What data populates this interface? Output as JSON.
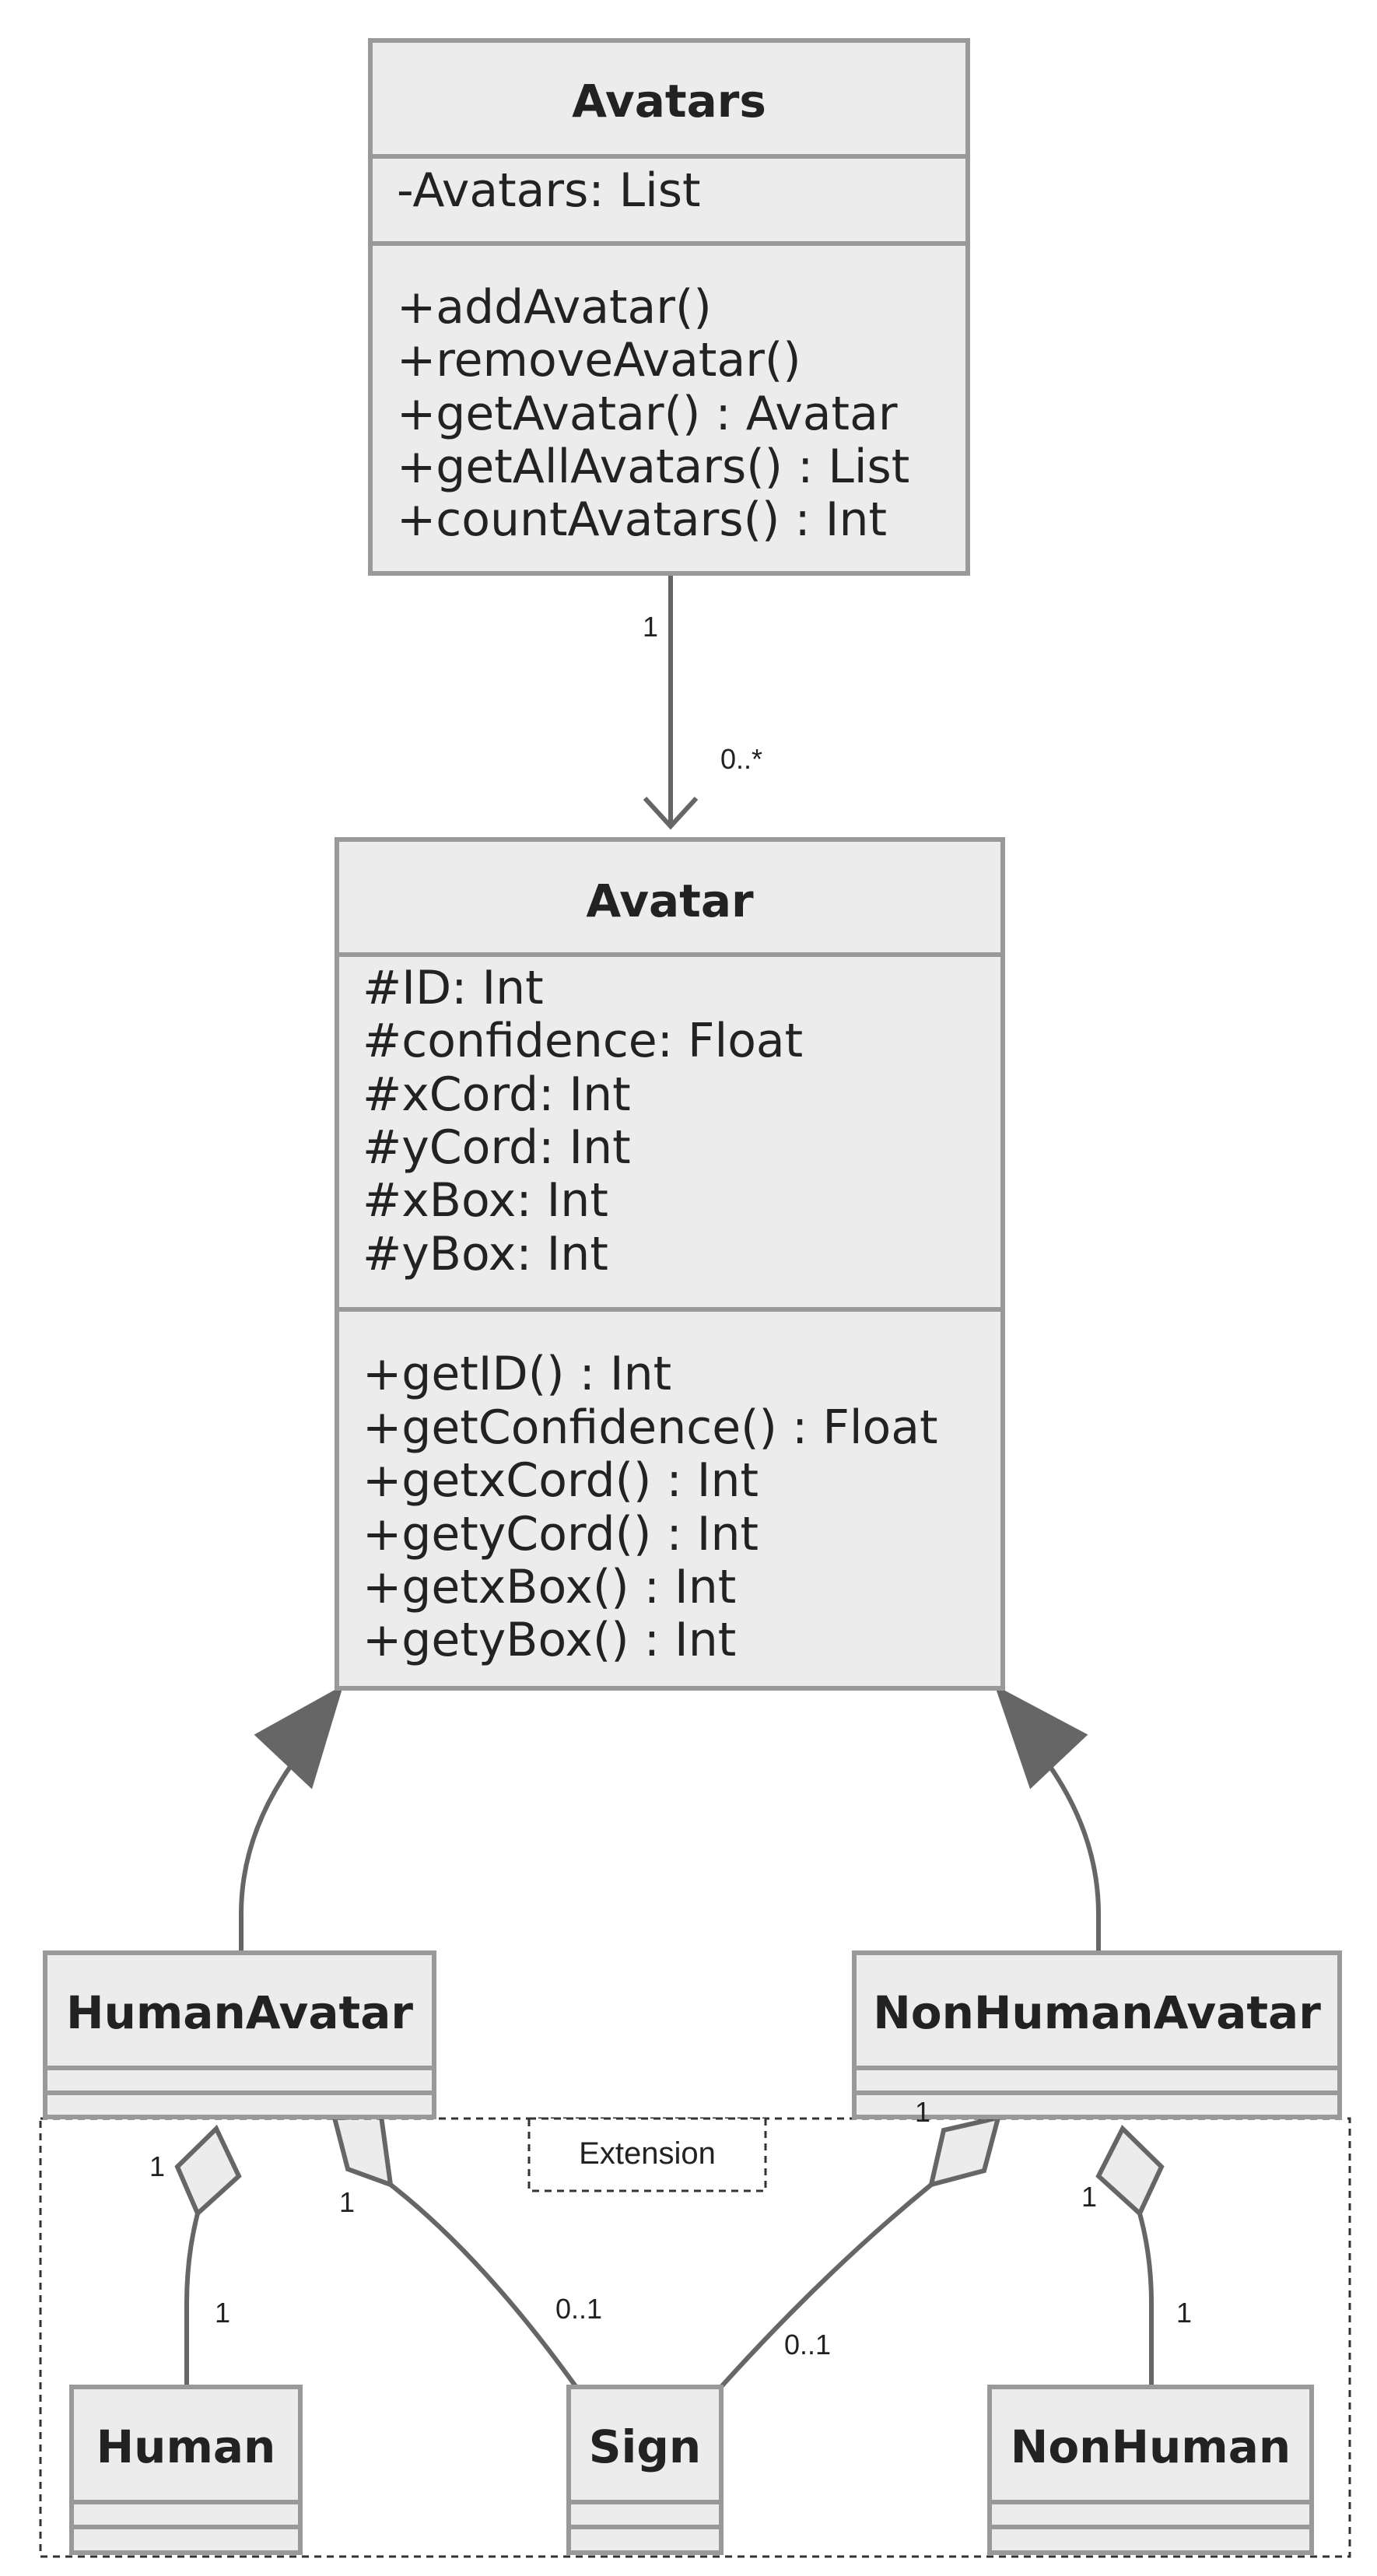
{
  "classes": {
    "avatars": {
      "name": "Avatars",
      "attributes": [
        "-Avatars: List"
      ],
      "methods": [
        "+addAvatar()",
        "+removeAvatar()",
        "+getAvatar() : Avatar",
        "+getAllAvatars() : List",
        "+countAvatars() : Int"
      ]
    },
    "avatar": {
      "name": "Avatar",
      "attributes": [
        "#ID: Int",
        "#confidence: Float",
        "#xCord: Int",
        "#yCord: Int",
        "#xBox: Int",
        "#yBox: Int"
      ],
      "methods": [
        "+getID() : Int",
        "+getConfidence() : Float",
        "+getxCord() : Int",
        "+getyCord() : Int",
        "+getxBox() : Int",
        "+getyBox() : Int"
      ]
    },
    "human_avatar": {
      "name": "HumanAvatar",
      "attributes": [],
      "methods": []
    },
    "nonhuman_avatar": {
      "name": "NonHumanAvatar",
      "attributes": [],
      "methods": []
    },
    "human": {
      "name": "Human",
      "attributes": [],
      "methods": []
    },
    "sign": {
      "name": "Sign",
      "attributes": [],
      "methods": []
    },
    "nonhuman": {
      "name": "NonHuman",
      "attributes": [],
      "methods": []
    }
  },
  "relations": {
    "avatars_avatar": {
      "type": "association",
      "from_mult": "1",
      "to_mult": "0..*"
    },
    "human_avatar_inherits": {
      "type": "inheritance"
    },
    "nonhuman_avatar_inherits": {
      "type": "inheritance"
    },
    "humanavatar_human": {
      "type": "aggregation",
      "from_mult": "1",
      "to_mult": "1"
    },
    "humanavatar_sign": {
      "type": "aggregation",
      "from_mult": "1",
      "to_mult": "0..1"
    },
    "nonhumanavatar_sign": {
      "type": "aggregation",
      "from_mult": "1",
      "to_mult": "0..1"
    },
    "nonhumanavatar_nonhuman": {
      "type": "aggregation",
      "from_mult": "1",
      "to_mult": "1"
    }
  },
  "frame": {
    "label": "Extension"
  },
  "colors": {
    "box_fill": "#ececec",
    "box_stroke": "#999999",
    "edge": "#666666",
    "text": "#222222"
  }
}
